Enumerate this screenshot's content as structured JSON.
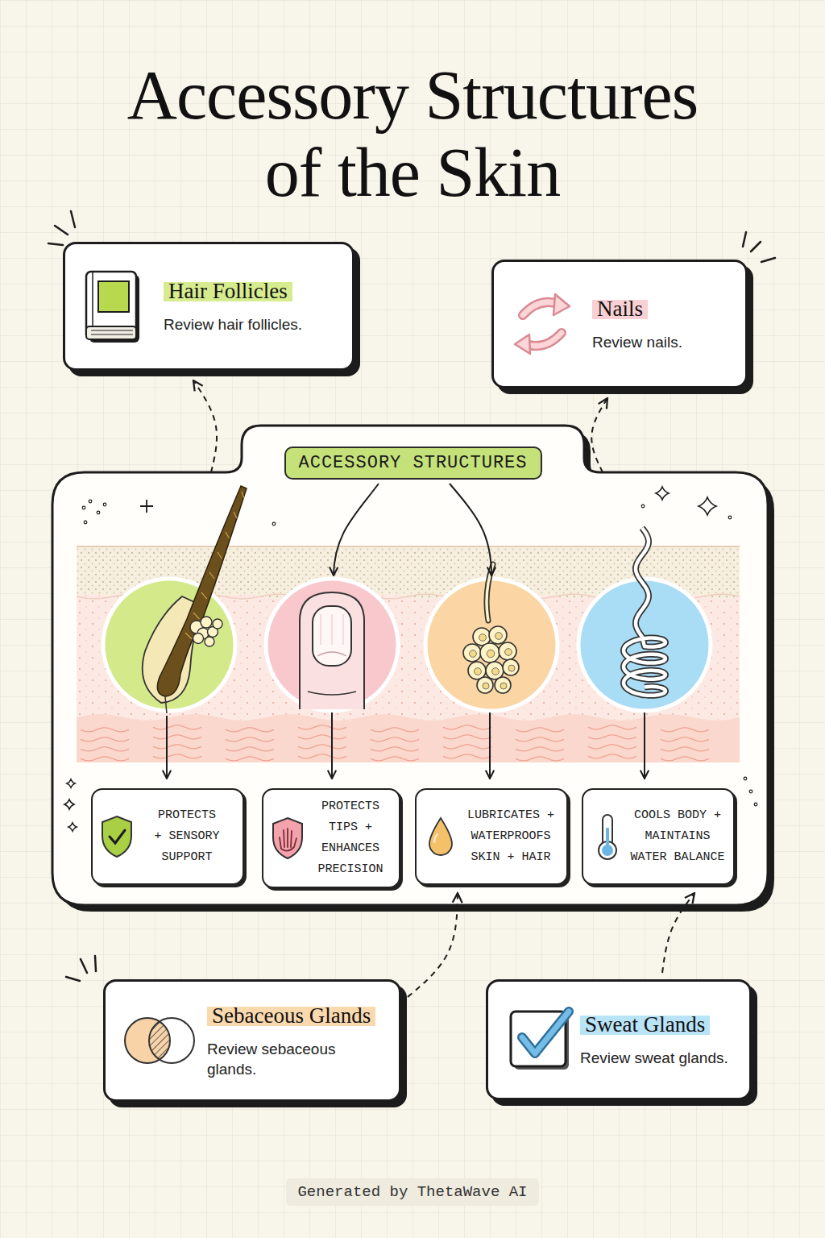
{
  "diagram": {
    "title": "Accessory Structures of the Skin",
    "nodes": [
      {
        "text": [
          "Hair Follicles",
          "Review hair follicles."
        ]
      },
      {
        "text": [
          "Nails",
          "Review nails."
        ]
      },
      {
        "text": [
          "ACCESSORY STRUCTURES"
        ]
      },
      {
        "text": [
          "PROTECTS + SENSORY SUPPORT"
        ],
        "in": 2
      },
      {
        "text": [
          "PROTECTS TIPS + ENHANCES PRECISION"
        ],
        "in": 2
      },
      {
        "text": [
          "LUBRICATES + WATERPROOFS SKIN + HAIR"
        ],
        "in": 2
      },
      {
        "text": [
          "COOLS BODY + MAINTAINS WATER BALANCE"
        ],
        "in": 2
      },
      {
        "text": [
          "Sebaceous Glands",
          "Review sebaceous glands."
        ]
      },
      {
        "text": [
          "Sweat Glands",
          "Review sweat glands."
        ]
      }
    ],
    "edges": [
      {
        "from": 2,
        "to": 0,
        "arrow": "to"
      },
      {
        "from": 2,
        "to": 1,
        "arrow": "to"
      },
      {
        "from": 7,
        "to": 5,
        "arrow": "to"
      },
      {
        "from": 8,
        "to": 6,
        "arrow": "to"
      }
    ],
    "labels": [
      "Generated by ThetaWave AI"
    ]
  }
}
